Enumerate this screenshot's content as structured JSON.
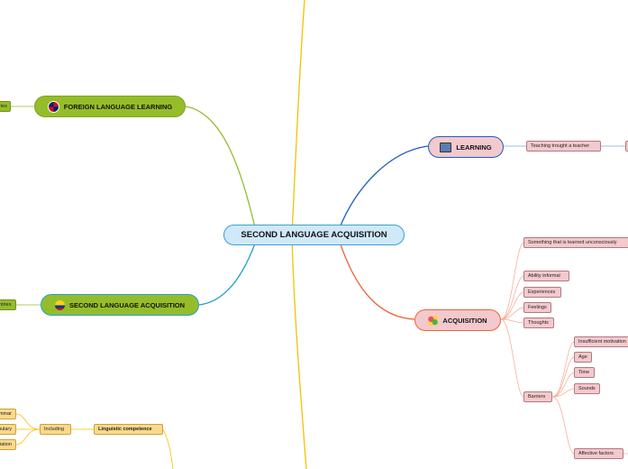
{
  "center": {
    "label": "SECOND LANGUAGE ACQUISITION"
  },
  "branches": {
    "foreign_language_learning": {
      "label": "FOREIGN LANGUAGE LEARNING",
      "child": "ries",
      "icon": "uk-flag-icon"
    },
    "second_language_acquisition": {
      "label": "SECOND LANGUAGE ACQUISITION",
      "child": "ntries",
      "icon": "colombia-flag-icon"
    },
    "learning": {
      "label": "LEARNING",
      "child": "Teaching trought a teacher",
      "icon": "computer-icon"
    },
    "acquisition": {
      "label": "ACQUISITION",
      "icon": "people-icon",
      "children": [
        "Something that is learned unconsciously",
        "Ability informal",
        "Experiences",
        "Feelings",
        "Thoughts"
      ],
      "barriers": {
        "label": "Barriers",
        "items": [
          "Insufficient motivation",
          "Age",
          "Time",
          "Sounds",
          "Affective factors"
        ]
      }
    },
    "linguistic": {
      "including": "Including",
      "competence": "Linguistic competence",
      "items": [
        "mmar",
        "bulary",
        "ciation"
      ]
    }
  },
  "colors": {
    "center_fill": "#cfe9f9",
    "green_branch": "#95bd2a",
    "pink_branch": "#f3c9cd",
    "yellow_branch": "#fbd98c",
    "learning_line": "#1f5fbf",
    "acquisition_line": "#f0623b",
    "sla_line": "#21a0c9",
    "yellow_line": "#f2c200"
  }
}
